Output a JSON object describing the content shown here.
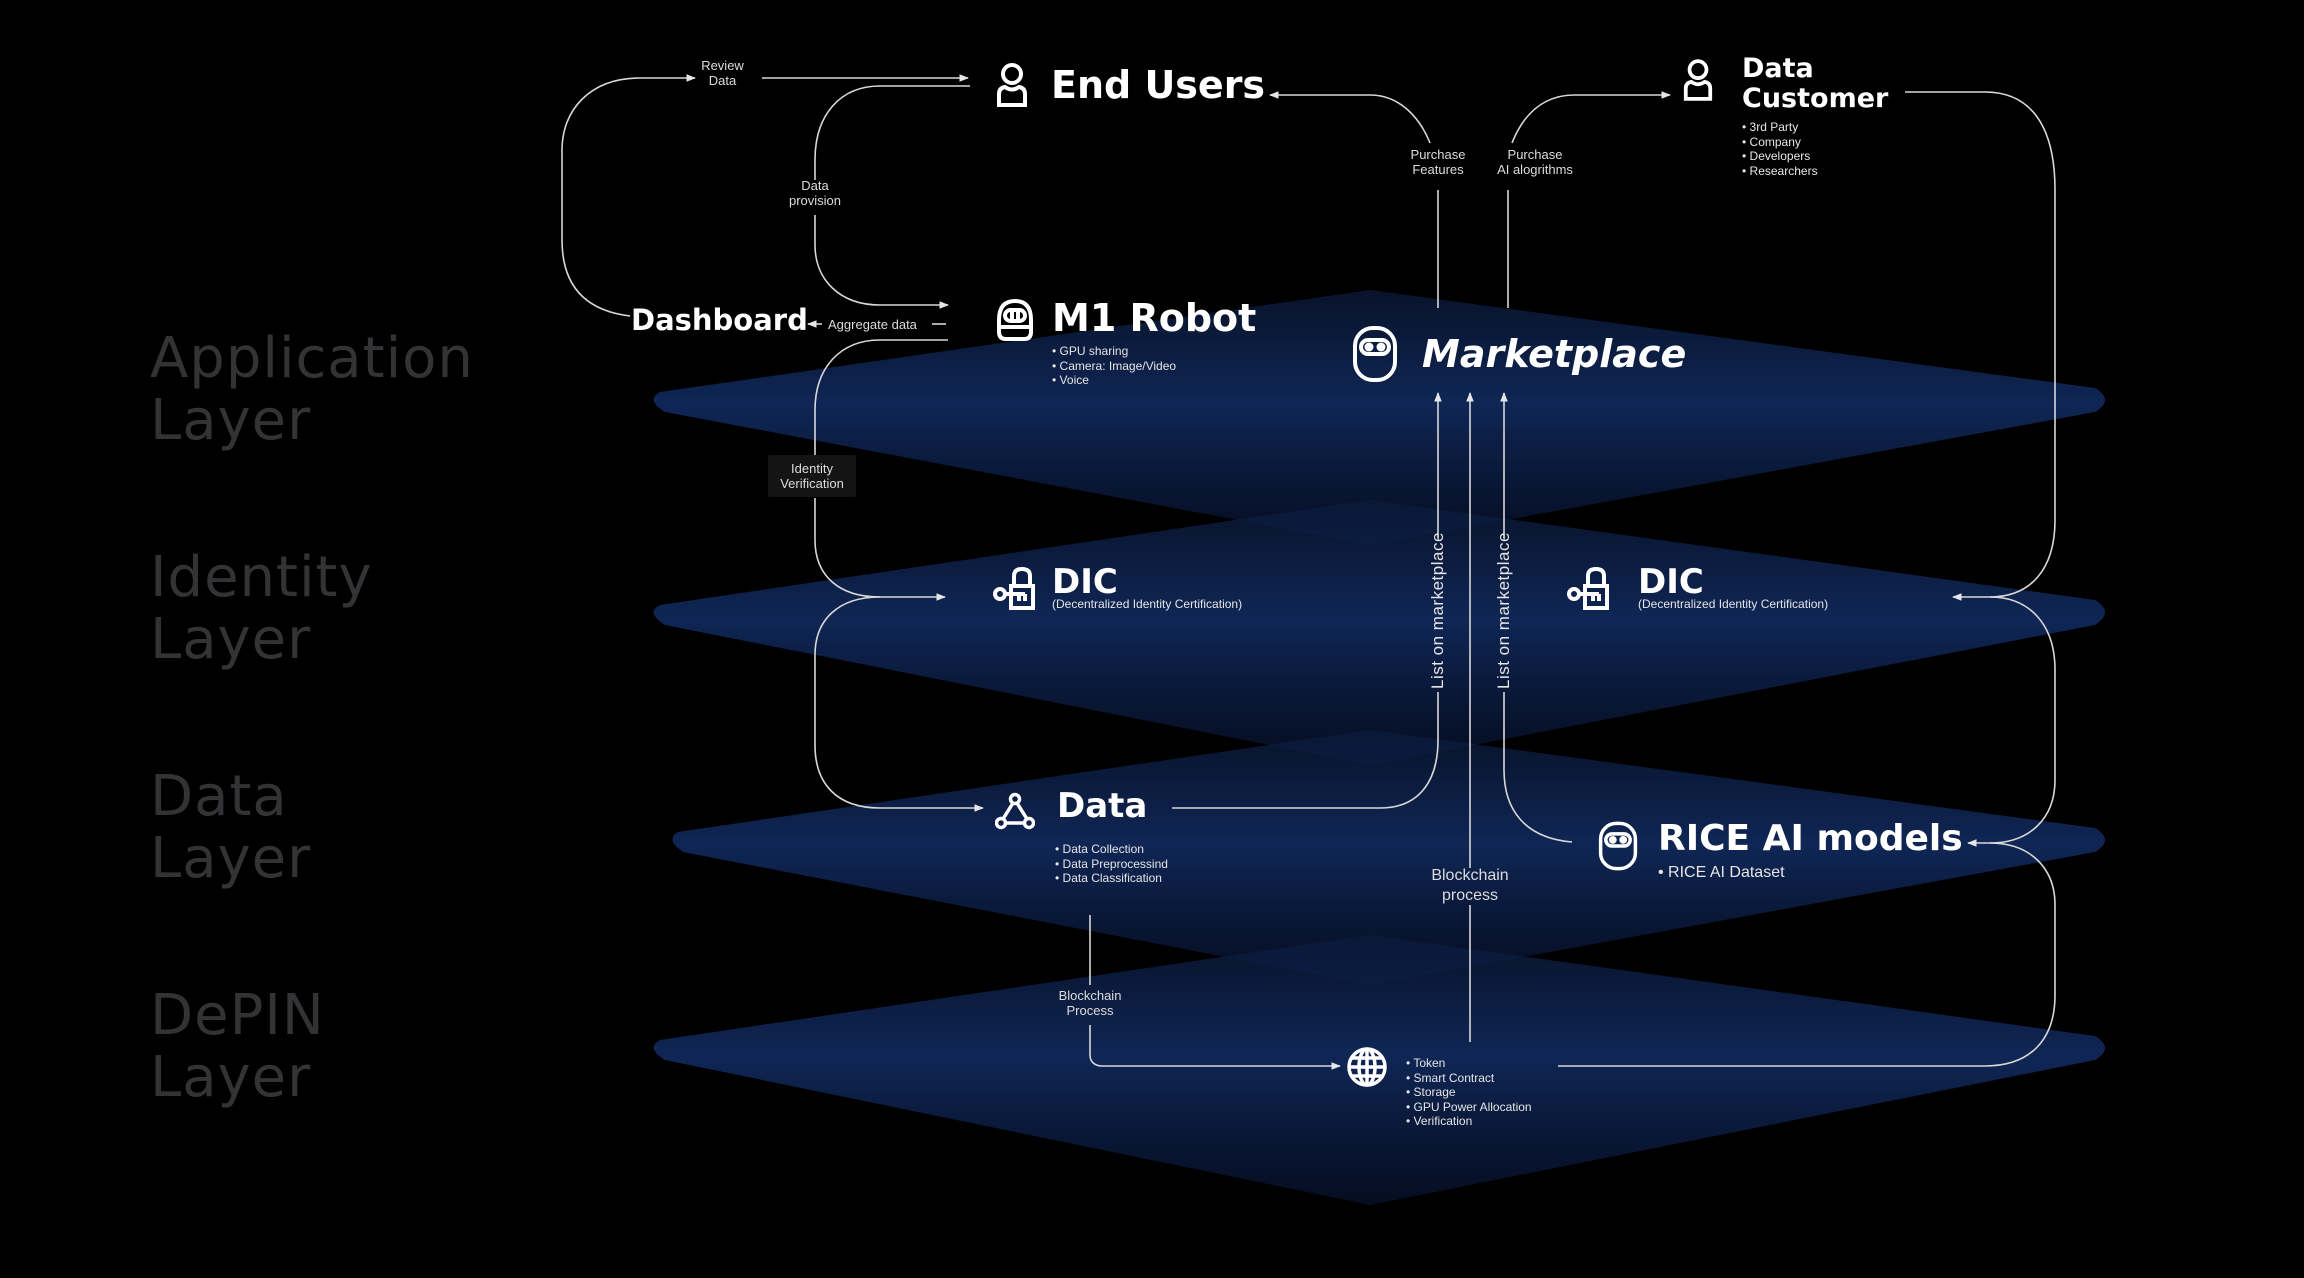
{
  "layers": [
    {
      "id": "application",
      "line1": "Application",
      "line2": "Layer"
    },
    {
      "id": "identity",
      "line1": "Identity",
      "line2": "Layer"
    },
    {
      "id": "data",
      "line1": "Data",
      "line2": "Layer"
    },
    {
      "id": "depin",
      "line1": "DePIN",
      "line2": "Layer"
    }
  ],
  "colors": {
    "background": "#000000",
    "plane": "#0f2550",
    "line": "#e6e6e6",
    "layer_label": "#333336"
  },
  "nodes": {
    "end_users": {
      "title": "End Users",
      "icon": "user-icon"
    },
    "data_customer": {
      "title_line1": "Data",
      "title_line2": "Customer",
      "icon": "user-icon",
      "bullets": [
        "3rd Party",
        "Company",
        "Developers",
        "Researchers"
      ]
    },
    "dashboard": {
      "title": "Dashboard"
    },
    "m1_robot": {
      "title": "M1 Robot",
      "icon": "robot-icon",
      "bullets": [
        "GPU sharing",
        "Camera: Image/Video",
        "Voice"
      ]
    },
    "marketplace": {
      "title": "Marketplace",
      "icon": "robot-face-icon"
    },
    "dic_left": {
      "title": "DIC",
      "subtitle": "(Decentralized Identity Certification)",
      "icon": "key-lock-icon"
    },
    "dic_right": {
      "title": "DIC",
      "subtitle": "(Decentralized Identity Certification)",
      "icon": "key-lock-icon"
    },
    "data": {
      "title": "Data",
      "icon": "network-triangle-icon",
      "bullets": [
        "Data Collection",
        "Data Preprocessind",
        "Data Classification"
      ]
    },
    "rice_ai": {
      "title": "RICE AI models",
      "icon": "robot-face-icon",
      "bullets": [
        "RICE AI Dataset"
      ]
    },
    "depin": {
      "icon": "globe-icon",
      "bullets": [
        "Token",
        "Smart Contract",
        "Storage",
        "GPU Power Allocation",
        "Verification"
      ]
    }
  },
  "edge_labels": {
    "review_data": {
      "line1": "Review",
      "line2": "Data"
    },
    "data_provision": {
      "line1": "Data",
      "line2": "provision"
    },
    "aggregate_data": "Aggregate data",
    "identity_verification": {
      "line1": "Identity",
      "line2": "Verification"
    },
    "purchase_features": {
      "line1": "Purchase",
      "line2": "Features"
    },
    "purchase_ai": {
      "line1": "Purchase",
      "line2": "AI alogrithms"
    },
    "list_on_marketplace_1": "List on marketplace",
    "list_on_marketplace_2": "List on marketplace",
    "blockchain_process_center": {
      "line1": "Blockchain",
      "line2": "process"
    },
    "blockchain_process_left": {
      "line1": "Blockchain",
      "line2": "Process"
    }
  }
}
